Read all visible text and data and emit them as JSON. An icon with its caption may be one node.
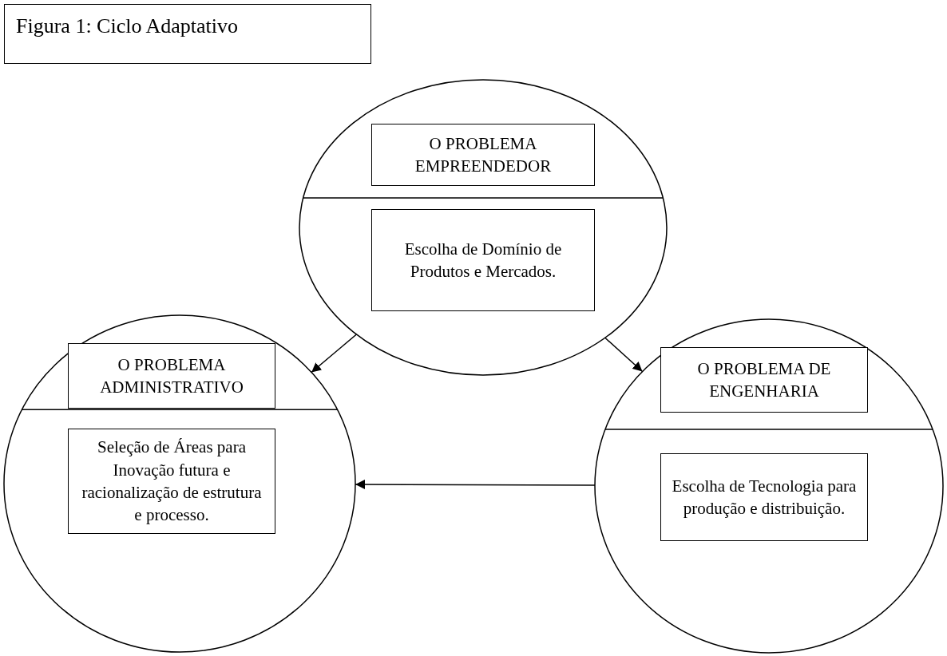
{
  "diagram": {
    "title": "Figura 1: Ciclo Adaptativo",
    "nodes": [
      {
        "text": [],
        "shape": "circle"
      },
      {
        "text": [
          "O PROBLEMA EMPREENDEDOR"
        ],
        "in": 0
      },
      {
        "text": [
          "Escolha de Domínio de Produtos e Mercados."
        ],
        "in": 0
      },
      {
        "text": [],
        "shape": "circle"
      },
      {
        "text": [
          "O PROBLEMA ADMINISTRATIVO"
        ],
        "in": 3
      },
      {
        "text": [
          "Seleção de Áreas para Inovação futura e racionalização de estrutura e processo."
        ],
        "in": 3
      },
      {
        "text": [],
        "shape": "circle"
      },
      {
        "text": [
          "O PROBLEMA DE ENGENHARIA"
        ],
        "in": 6
      },
      {
        "text": [
          "Escolha de Tecnologia para produção e distribuição."
        ],
        "in": 6
      }
    ],
    "edges": [
      {
        "from": 0,
        "to": 3,
        "arrow": "to"
      },
      {
        "from": 0,
        "to": 6,
        "arrow": "to"
      },
      {
        "from": 6,
        "to": 3,
        "arrow": "to"
      }
    ]
  }
}
